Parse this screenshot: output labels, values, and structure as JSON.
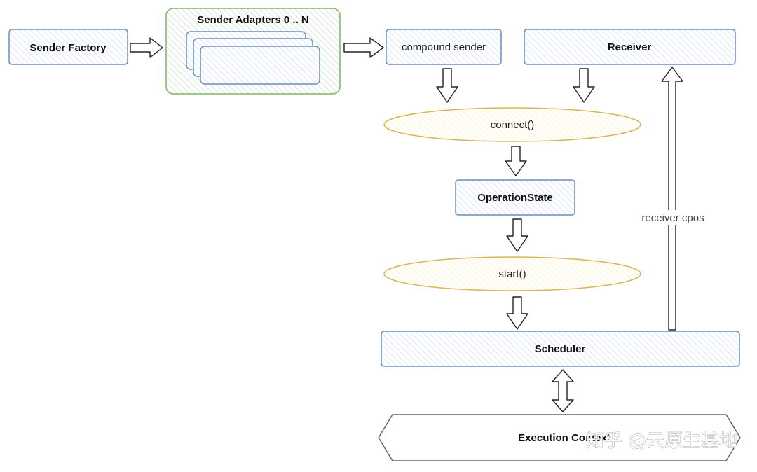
{
  "nodes": {
    "sender_factory": "Sender Factory",
    "sender_adapters": "Sender Adapters 0 .. N",
    "compound_sender": "compound sender",
    "receiver": "Receiver",
    "connect": "connect()",
    "operation_state": "OperationState",
    "start": "start()",
    "scheduler": "Scheduler",
    "execution_context": "Execution Context"
  },
  "edges": {
    "receiver_cpos": "receiver cpos"
  },
  "watermark": "知乎 @云原生基地",
  "colors": {
    "box_stroke": "#6c8ebf",
    "box_fill": "#dae8fc",
    "group_stroke": "#82b366",
    "group_fill": "#d5e8d4",
    "ellipse_stroke": "#d6b656",
    "ellipse_fill": "#fff2cc",
    "context_stroke": "#666666"
  }
}
